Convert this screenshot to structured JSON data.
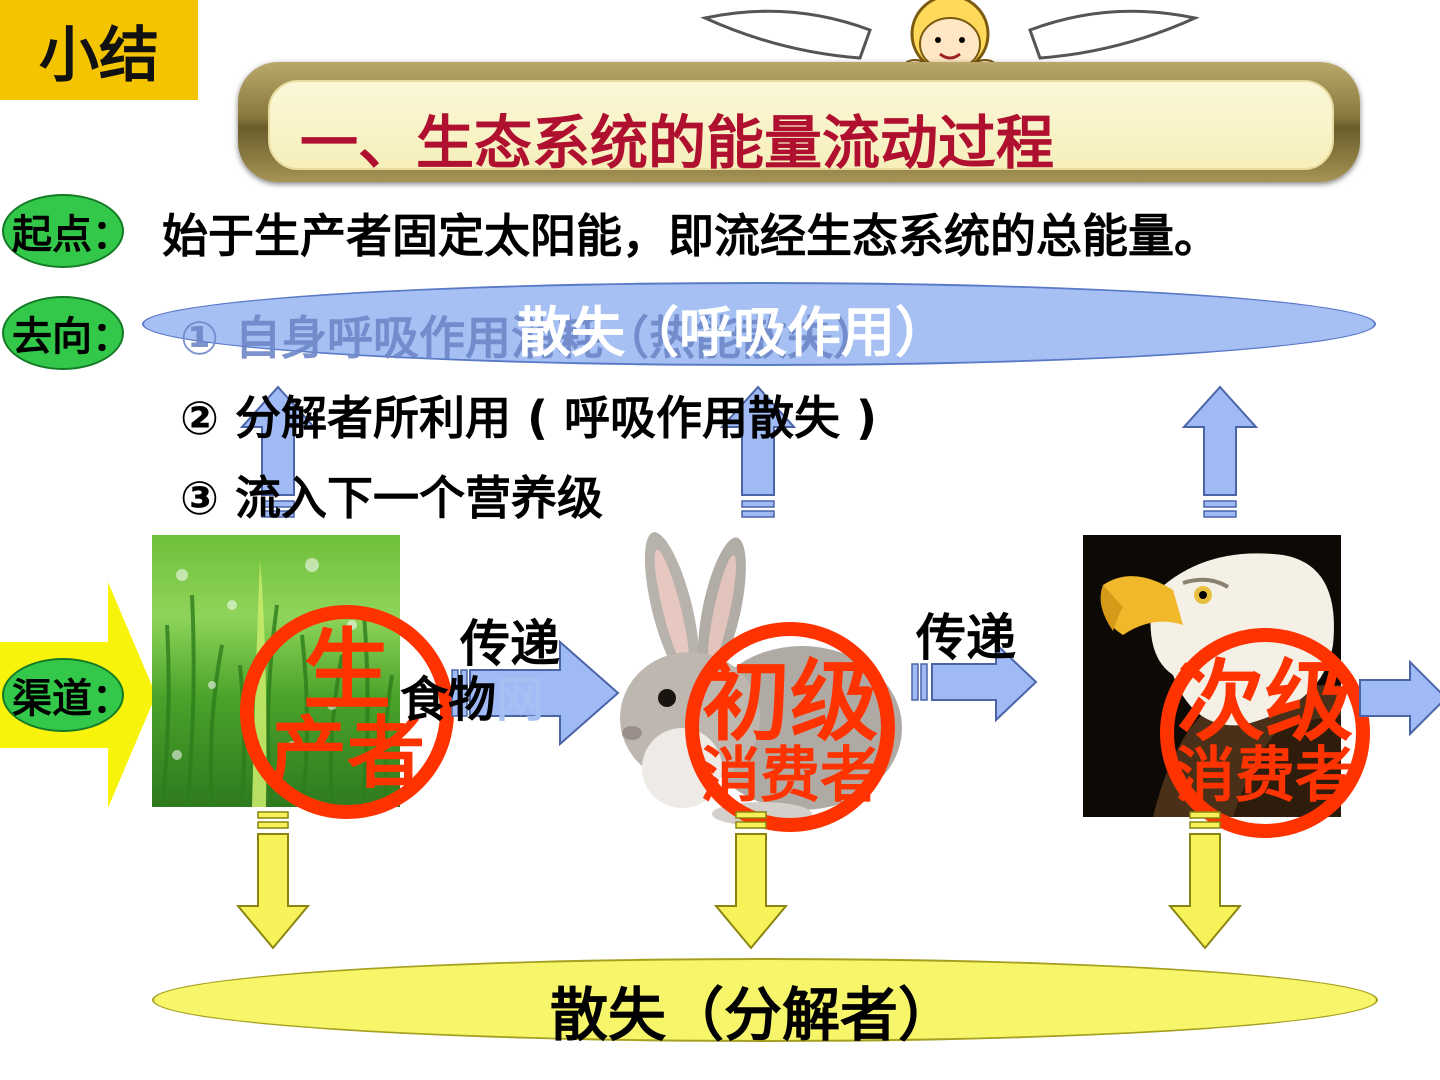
{
  "tag": "小结",
  "title": "一、生态系统的能量流动过程",
  "start": {
    "label": "起点：",
    "text": "始于生产者固定太阳能，即流经生态系统的总能量。"
  },
  "fate": {
    "label": "去向：",
    "items": [
      "① 自身呼吸作用消耗（热能散失）",
      "② 分解者所利用 ( 呼吸作用散失 )",
      "③ 流入下一个营养级"
    ]
  },
  "loss_respiration": "散失（呼吸作用）",
  "loss_decomposer": "散失（分解者）",
  "channel": {
    "label": "渠道：",
    "food_chain": "食物",
    "food_web": "网"
  },
  "transfer_label_1": "传递",
  "transfer_label_2": "传递",
  "organisms": [
    {
      "stamp_main": "生",
      "stamp_sub": "产者",
      "image": "grass-photo"
    },
    {
      "stamp_main": "初级",
      "stamp_sub": "消费者",
      "image": "rabbit-photo"
    },
    {
      "stamp_main": "次级",
      "stamp_sub": "消费者",
      "image": "eagle-photo"
    }
  ],
  "colors": {
    "tag_bg": "#f5c400",
    "title": "#b01030",
    "row_label_bg": "#33c84a",
    "respiration_ellipse": "#a6c0f4",
    "decomposer_ellipse": "#f7f56a",
    "up_arrow": "#9fbaf5",
    "down_arrow": "#f8f25a",
    "seal": "#ff3300"
  }
}
